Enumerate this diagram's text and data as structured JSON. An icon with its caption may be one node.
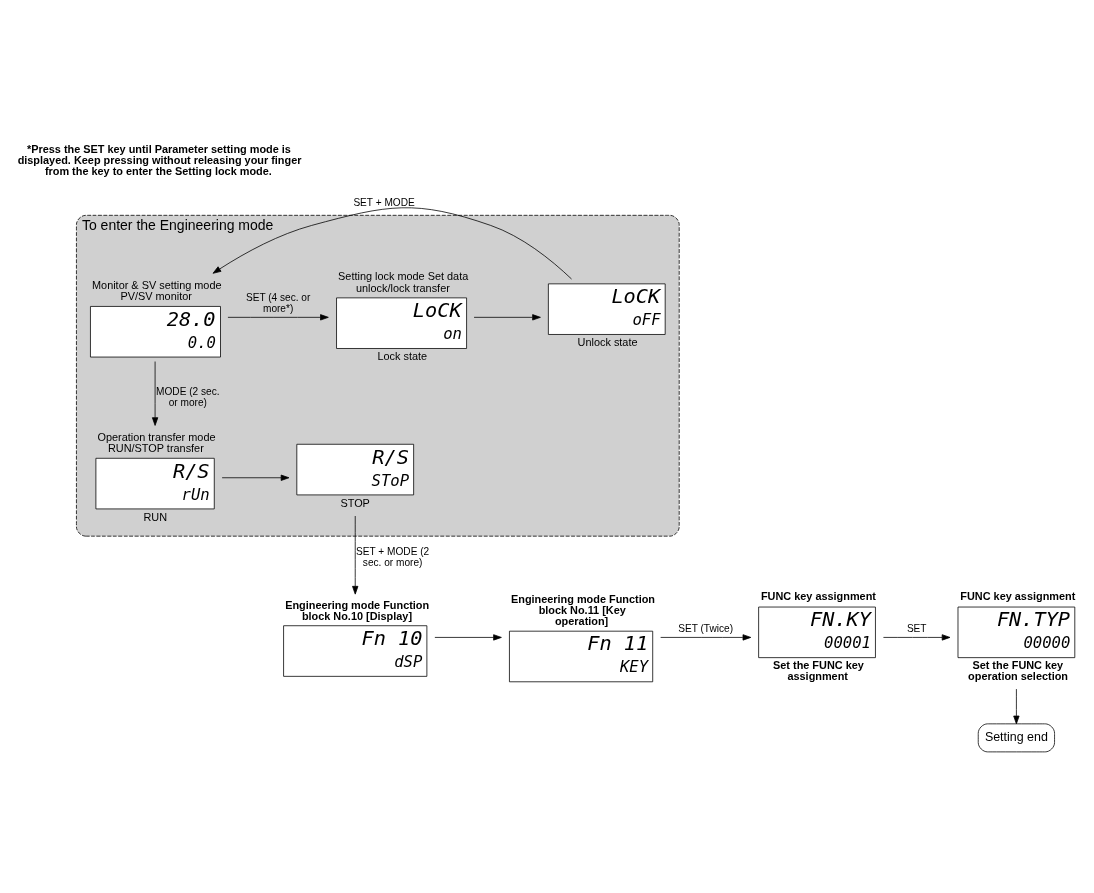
{
  "diagram": {
    "nodes": [
      {
        "text": [
          "To enter the Engineering mode"
        ]
      },
      {
        "text": [
          "Monitor & SV setting mode PV/SV monitor",
          "28.0",
          "0.0"
        ],
        "in": 0
      },
      {
        "text": [
          "Setting lock mode Set data unlock/lock transfer",
          "LoCK",
          "on"
        ],
        "beside": [
          "Lock state"
        ],
        "in": 0
      },
      {
        "text": [
          "LoCK",
          "oFF"
        ],
        "beside": [
          "Unlock state"
        ],
        "in": 0
      },
      {
        "text": [
          "Operation transfer mode RUN/STOP transfer",
          "R/S",
          "rUn"
        ],
        "beside": [
          "RUN"
        ],
        "in": 0
      },
      {
        "text": [
          "R/S",
          "SToP"
        ],
        "beside": [
          "STOP"
        ],
        "in": 0
      },
      {
        "text": [
          "Engineering mode Function block No.10 [Display]",
          "Fn 10",
          "dSP"
        ]
      },
      {
        "text": [
          "Engineering mode Function block No.11 [Key operation]",
          "Fn 11",
          "KEY"
        ]
      },
      {
        "text": [
          "FUNC key assignment",
          "FN.KY",
          "00001"
        ],
        "beside": [
          "Set the FUNC key assignment"
        ]
      },
      {
        "text": [
          "FUNC key assignment",
          "FN.TYP",
          "00000"
        ],
        "beside": [
          "Set the FUNC key operation selection"
        ]
      },
      {
        "text": [
          "Setting end"
        ]
      }
    ],
    "edges": [
      {
        "from": 1,
        "to": 2,
        "arrow": "to",
        "label": "SET (4 sec. or more*)"
      },
      {
        "from": 2,
        "to": 3,
        "arrow": "to"
      },
      {
        "from": 3,
        "to": 1,
        "arrow": "to",
        "label": "SET + MODE"
      },
      {
        "from": 1,
        "to": 4,
        "arrow": "to",
        "label": "MODE (2 sec. or more)"
      },
      {
        "from": 4,
        "to": 5,
        "arrow": "to"
      },
      {
        "from": 5,
        "to": 6,
        "arrow": "to",
        "label": "SET + MODE (2 sec. or more)"
      },
      {
        "from": 6,
        "to": 7,
        "arrow": "to"
      },
      {
        "from": 7,
        "to": 8,
        "arrow": "to",
        "label": "SET (Twice)"
      },
      {
        "from": 8,
        "to": 9,
        "arrow": "to",
        "label": "SET"
      },
      {
        "from": 9,
        "to": 10,
        "arrow": "to"
      }
    ],
    "labels": [
      "*Press the SET key until Parameter setting mode is displayed. Keep pressing without releasing your finger from the key to enter the Setting lock mode."
    ]
  }
}
